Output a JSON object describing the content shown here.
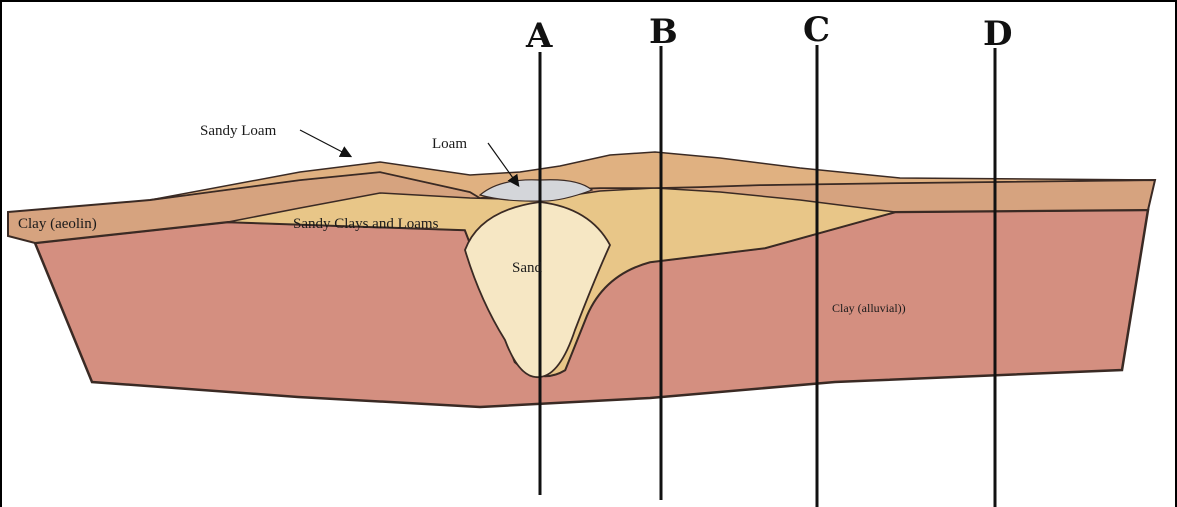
{
  "diagram": {
    "layers": {
      "clay_alluvial": {
        "label": "Clay (alluvial))",
        "color": "#d48f80"
      },
      "clay_aeolin": {
        "label": "Clay (aeolin)",
        "color": "#d6a37f"
      },
      "sandy_clays_loams": {
        "label": "Sandy Clays and Loams",
        "color": "#e8c688"
      },
      "sand": {
        "label": "Sand",
        "color": "#f6e7c4"
      },
      "loam": {
        "label": "Loam",
        "color": "#d4d6da"
      },
      "sandy_loam": {
        "label": "Sandy Loam",
        "color": "#e0b181"
      }
    },
    "sections": [
      {
        "letter": "A"
      },
      {
        "letter": "B"
      },
      {
        "letter": "C"
      },
      {
        "letter": "D"
      }
    ]
  }
}
